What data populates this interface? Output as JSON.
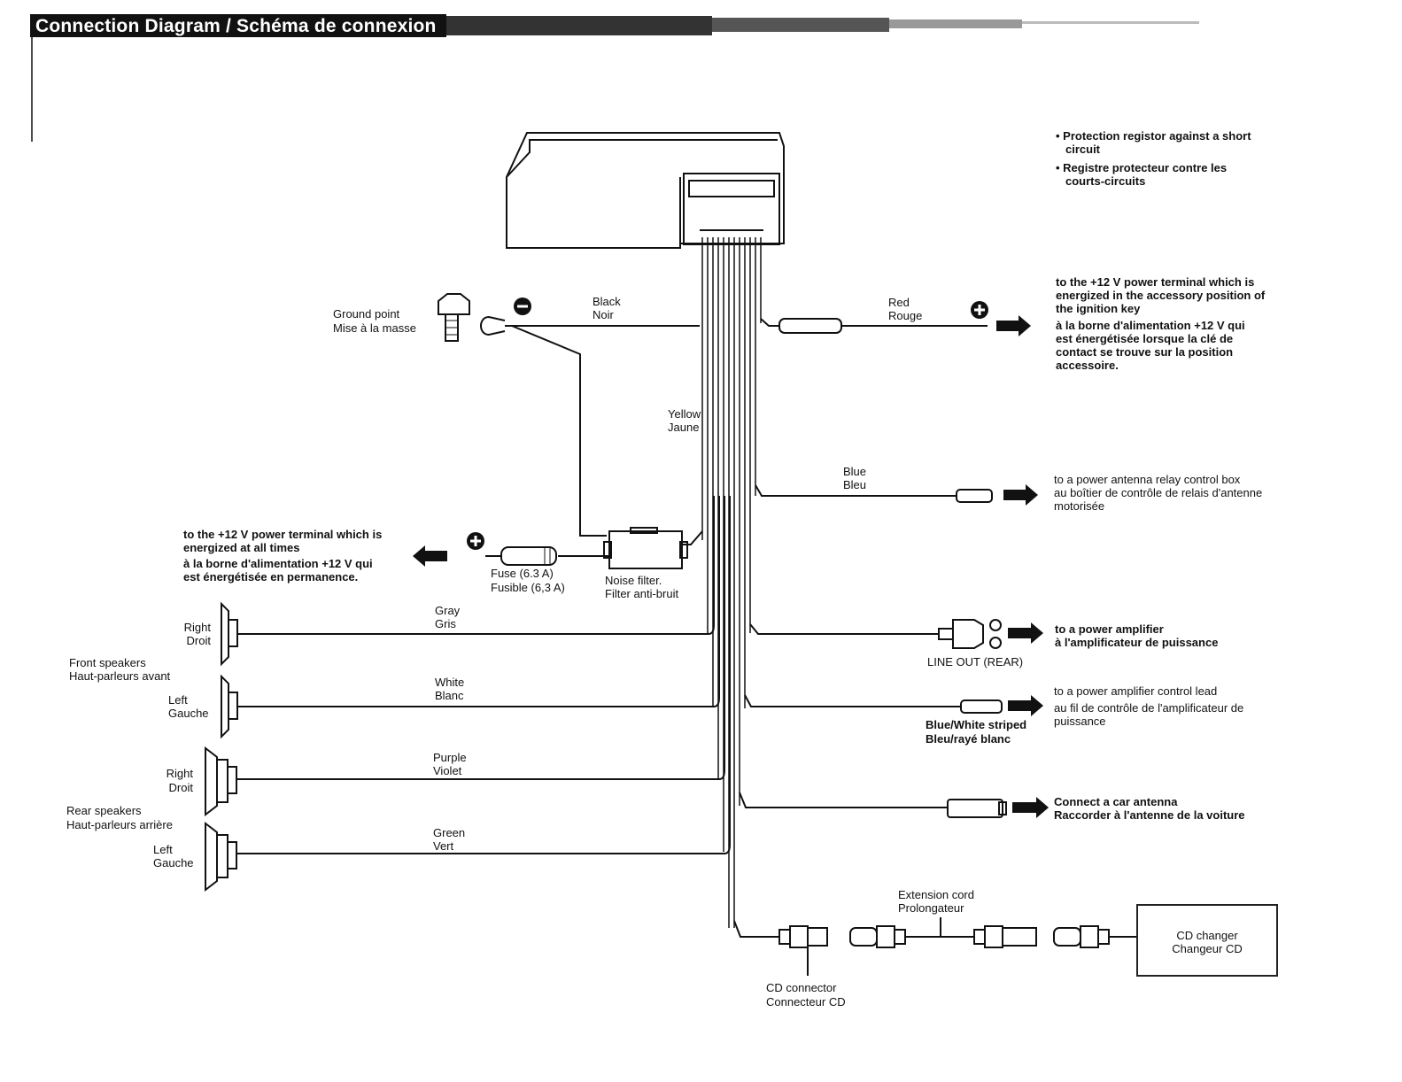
{
  "title": "Connection Diagram / Schéma de connexion",
  "protection_note": {
    "en": "• Protection registor against a short circuit",
    "en_lines": [
      "• Protection registor against a short",
      "circuit"
    ],
    "fr_lines": [
      "• Registre protecteur contre les",
      "courts-circuits"
    ]
  },
  "ground": {
    "en": "Ground point",
    "fr": "Mise à la masse"
  },
  "wires": {
    "black": {
      "en": "Black",
      "fr": "Noir"
    },
    "yellow": {
      "en": "Yellow",
      "fr": "Jaune"
    },
    "red": {
      "en": "Red",
      "fr": "Rouge"
    },
    "blue": {
      "en": "Blue",
      "fr": "Bleu"
    },
    "gray": {
      "en": "Gray",
      "fr": "Gris"
    },
    "white": {
      "en": "White",
      "fr": "Blanc"
    },
    "purple": {
      "en": "Purple",
      "fr": "Violet"
    },
    "green": {
      "en": "Green",
      "fr": "Vert"
    },
    "blue_white": {
      "en": "Blue/White striped",
      "fr": "Bleu/rayé blanc"
    }
  },
  "accessory_terminal": {
    "lines": [
      "to the +12 V power terminal which is",
      "energized in the accessory position of",
      "the ignition key",
      "à la borne d'alimentation +12 V qui",
      "est énergétisée lorsque la clé de",
      "contact se trouve sur la position",
      "accessoire."
    ]
  },
  "constant_terminal": {
    "lines": [
      "to the +12 V power terminal which is",
      "energized at all times",
      "à la borne d'alimentation +12 V qui",
      "est énergétisée en permanence."
    ]
  },
  "fuse": {
    "en": "Fuse (6.3 A)",
    "fr": "Fusible (6,3 A)"
  },
  "noise_filter": {
    "en": "Noise filter.",
    "fr": "Filter anti-bruit"
  },
  "antenna_relay": {
    "lines": [
      "to a power antenna relay control box",
      "au boîtier de contrôle de relais d'antenne",
      "motorisée"
    ]
  },
  "line_out": {
    "label": "LINE OUT (REAR)",
    "lines": [
      "to a power amplifier",
      "à l'amplificateur de puissance"
    ]
  },
  "amp_control": {
    "lines": [
      "to a power amplifier control lead",
      "au fil de contrôle de l'amplificateur de",
      "puissance"
    ]
  },
  "car_antenna": {
    "lines": [
      "Connect a car antenna",
      "Raccorder à l'antenne de la voiture"
    ]
  },
  "speakers": {
    "front": {
      "en": "Front speakers",
      "fr": "Haut-parleurs avant"
    },
    "rear": {
      "en": "Rear speakers",
      "fr": "Haut-parleurs arrière"
    },
    "right": {
      "en": "Right",
      "fr": "Droit"
    },
    "left": {
      "en": "Left",
      "fr": "Gauche"
    }
  },
  "extension_cord": {
    "en": "Extension cord",
    "fr": "Prolongateur"
  },
  "cd_connector": {
    "en": "CD connector",
    "fr": "Connecteur CD"
  },
  "cd_changer": {
    "en": "CD changer",
    "fr": "Changeur CD"
  },
  "symbols": {
    "plus": "+",
    "minus": "−"
  }
}
